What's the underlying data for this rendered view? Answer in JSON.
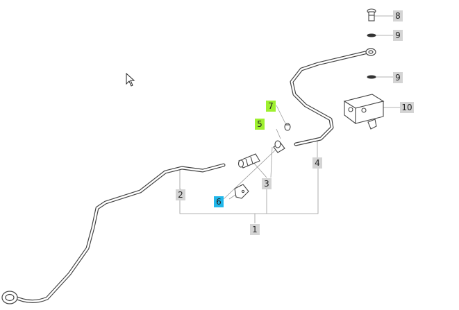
{
  "diagram": {
    "callouts": [
      {
        "id": "c1",
        "label": "1",
        "color": "#d4d4d4"
      },
      {
        "id": "c2",
        "label": "2",
        "color": "#d4d4d4"
      },
      {
        "id": "c3",
        "label": "3",
        "color": "#d4d4d4"
      },
      {
        "id": "c4",
        "label": "4",
        "color": "#d4d4d4"
      },
      {
        "id": "c5",
        "label": "5",
        "color": "#9ef02f"
      },
      {
        "id": "c6",
        "label": "6",
        "color": "#21b7ea"
      },
      {
        "id": "c7",
        "label": "7",
        "color": "#9ef02f"
      },
      {
        "id": "c8",
        "label": "8",
        "color": "#d4d4d4"
      },
      {
        "id": "c9a",
        "label": "9",
        "color": "#d4d4d4"
      },
      {
        "id": "c9b",
        "label": "9",
        "color": "#d4d4d4"
      },
      {
        "id": "c10",
        "label": "10",
        "color": "#d4d4d4"
      }
    ]
  }
}
